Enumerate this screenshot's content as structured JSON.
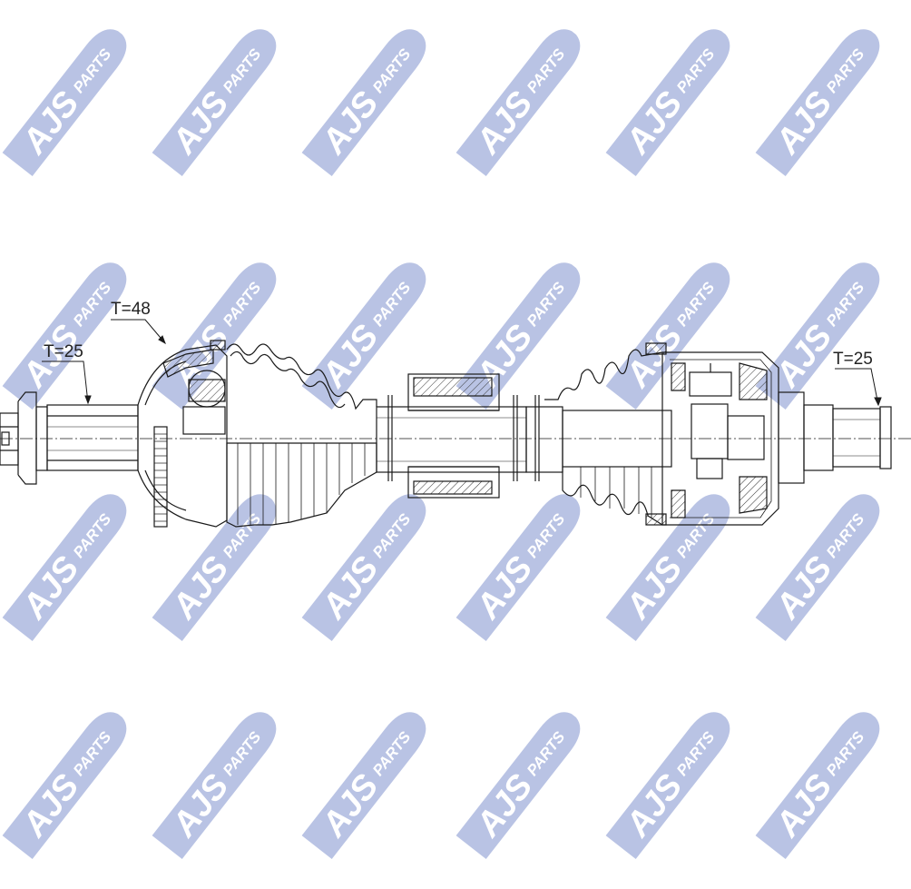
{
  "watermark": {
    "brand": "AJS",
    "suffix": "PARTS",
    "color": "#b9c3e4",
    "text_color": "#ffffff",
    "grid_rows": 4,
    "grid_cols": 6
  },
  "callouts": {
    "left_stub": "T=25",
    "abs_ring": "T=48",
    "right_stub": "T=25"
  },
  "colors": {
    "line": "#1a1a1a",
    "hatch": "#333333"
  }
}
